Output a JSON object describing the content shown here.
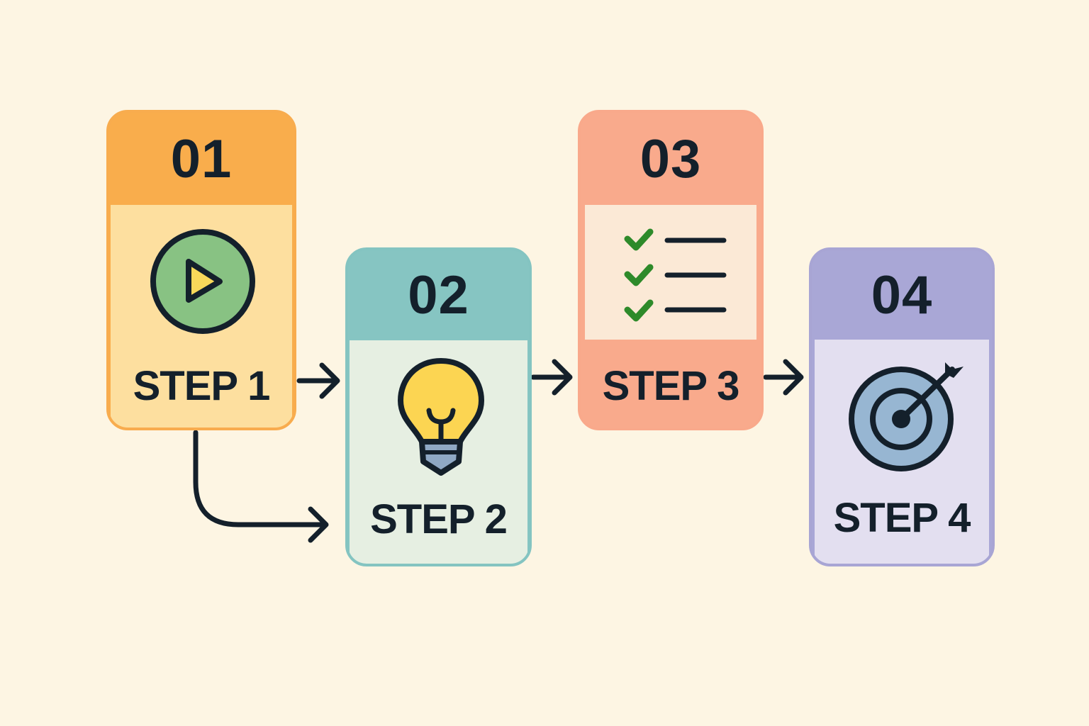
{
  "steps": [
    {
      "number": "01",
      "label": "STEP 1",
      "icon": "play-icon",
      "color": "#f9ad4c"
    },
    {
      "number": "02",
      "label": "STEP 2",
      "icon": "lightbulb-icon",
      "color": "#86c5c2"
    },
    {
      "number": "03",
      "label": "STEP 3",
      "icon": "checklist-icon",
      "color": "#f9aa8c"
    },
    {
      "number": "04",
      "label": "STEP 4",
      "icon": "target-icon",
      "color": "#a9a7d6"
    }
  ]
}
